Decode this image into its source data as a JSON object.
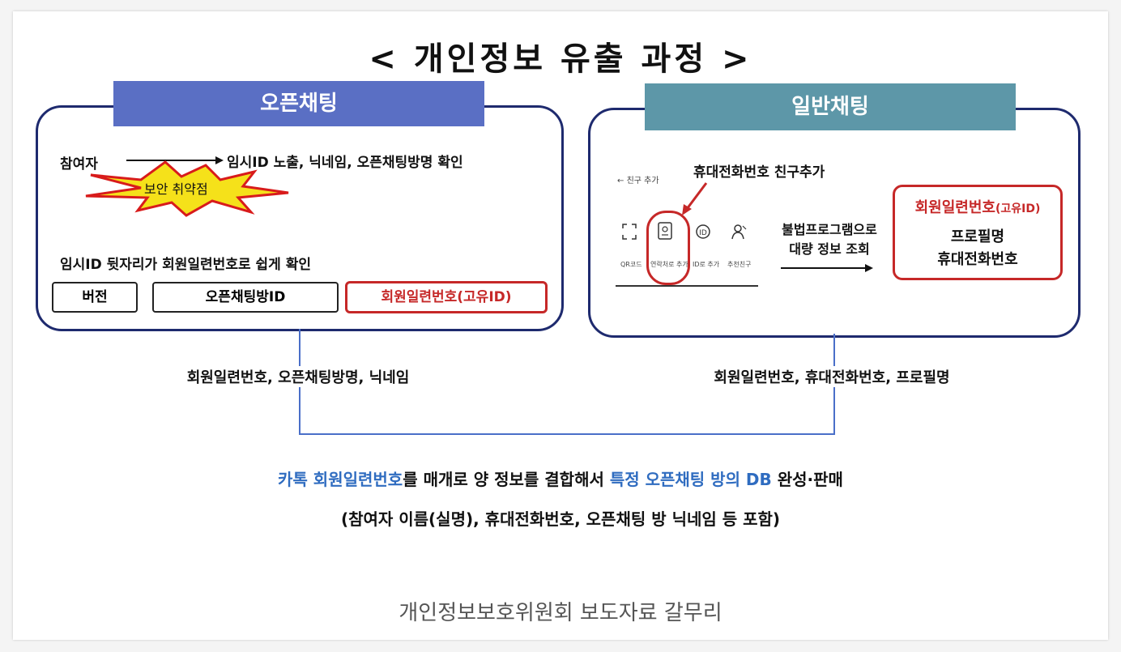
{
  "title": "< 개인정보 유출 과정 >",
  "open_chat": {
    "header": "오픈채팅",
    "participant": "참여자",
    "exposure": "임시ID 노출, 닉네임, 오픈채팅방명 확인",
    "warning": "보안 취약점",
    "note": "임시ID 뒷자리가 회원일련번호로 쉽게 확인",
    "fields": [
      "버전",
      "오픈채팅방ID",
      "회원일련번호(고유ID)"
    ]
  },
  "general_chat": {
    "header": "일반채팅",
    "phone_add_label": "휴대전화번호 친구추가",
    "screen_title": "친구 추가",
    "screen_items": [
      "QR코드",
      "연락처로 추가",
      "ID로 추가",
      "추천친구"
    ],
    "bulk_query": "불법프로그램으로\n대량 정보 조회",
    "result_title": "회원일련번호",
    "result_title_suffix": "(고유ID)",
    "result_lines": [
      "프로필명",
      "휴대전화번호"
    ]
  },
  "left_output": "회원일련번호, 오픈채팅방명, 닉네임",
  "right_output": "회원일련번호, 휴대전화번호, 프로필명",
  "conclusion": {
    "part1": "카톡 회원일련번호",
    "part2": "를 매개로 양 정보를 결합해서 ",
    "part3": "특정 오픈채팅 방의 DB",
    "part4": " 완성·판매",
    "line2": "(참여자 이름(실명), 휴대전화번호, 오픈채팅 방 닉네임 등 포함)"
  },
  "caption": "개인정보보호위원회 보도자료 갈무리",
  "colors": {
    "open_header": "#5a6fc4",
    "general_header": "#5d97a8",
    "border": "#1e2a6e",
    "red": "#c62828",
    "blue": "#2f6cc0",
    "starburst": "#f5e11a"
  }
}
